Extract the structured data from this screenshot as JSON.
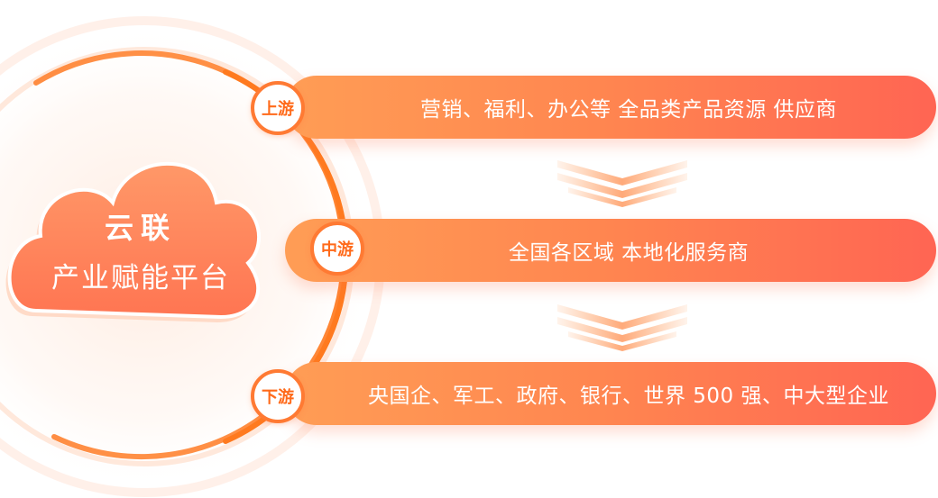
{
  "platform": {
    "title": "云联",
    "subtitle": "产业赋能平台"
  },
  "stages": [
    {
      "badge": "上游",
      "description": "营销、福利、办公等 全品类产品资源 供应商"
    },
    {
      "badge": "中游",
      "description": "全国各区域 本地化服务商"
    },
    {
      "badge": "下游",
      "description": "央国企、军工、政府、银行、世界 500 强、中大型企业"
    }
  ],
  "colors": {
    "accent": "#ff7a33",
    "bar_start": "#ff9d55",
    "bar_end": "#ff6553",
    "cloud": "#ff8a5c",
    "arrow": "#ffb07a"
  },
  "icons": {
    "platform": "cloud-icon",
    "flow": "chevron-down-icon"
  }
}
